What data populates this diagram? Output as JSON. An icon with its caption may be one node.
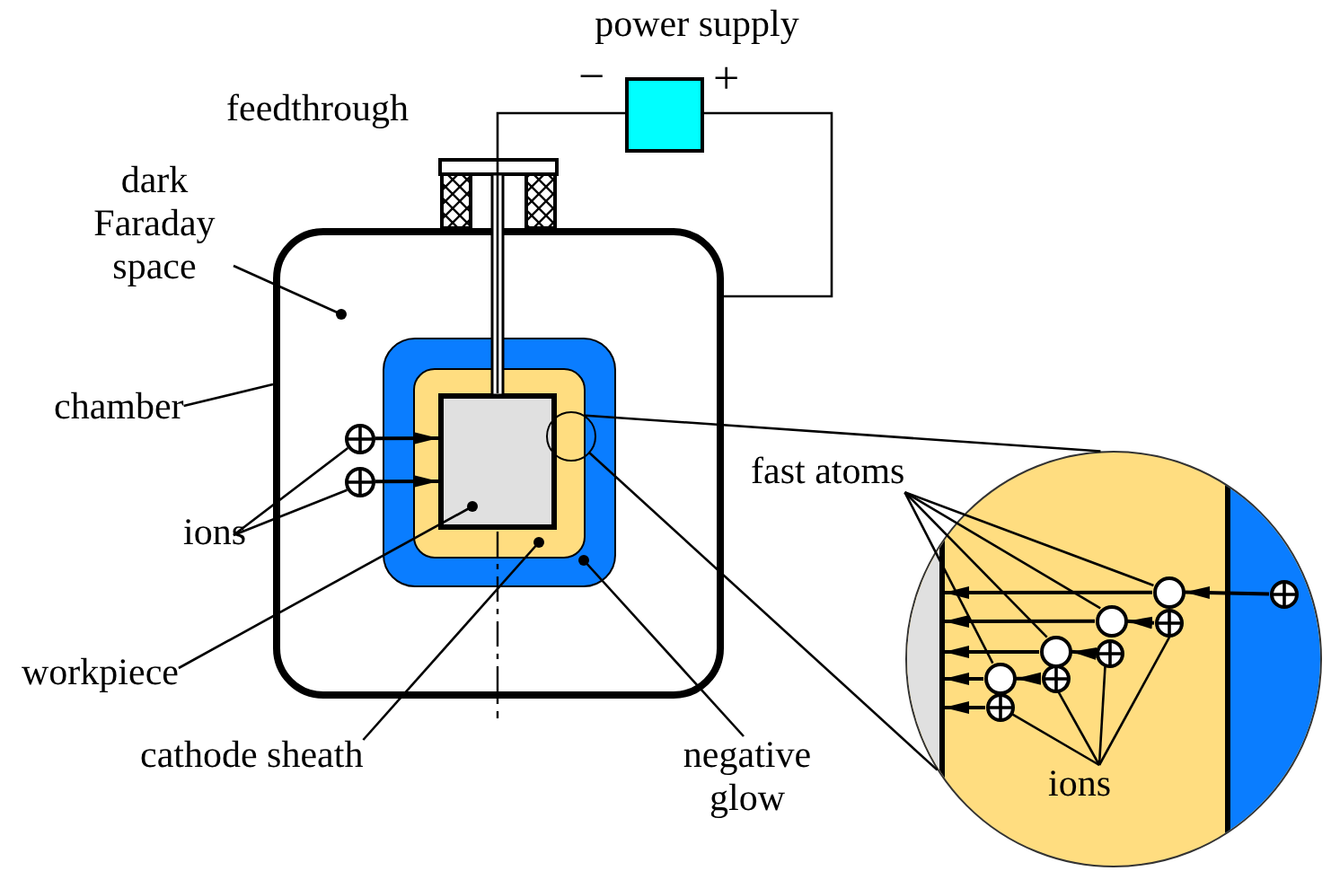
{
  "diagram": {
    "nodes": [
      {
        "text": [
          "power supply"
        ]
      },
      {
        "text": [],
        "shape": "box"
      },
      {
        "text": [],
        "shape": "box",
        "in": 1
      },
      {
        "text": [],
        "shape": "box",
        "in": 2
      },
      {
        "text": [],
        "shape": "box",
        "in": 3
      },
      {
        "text": [],
        "shape": "circle",
        "in": 1
      },
      {
        "text": [],
        "shape": "circle",
        "in": 1
      },
      {
        "text": [
          "dark Faraday space"
        ]
      },
      {
        "text": [
          "chamber"
        ]
      },
      {
        "text": [
          "ions"
        ]
      },
      {
        "text": [
          "workpiece"
        ]
      },
      {
        "text": [
          "cathode sheath"
        ]
      },
      {
        "text": [
          "negative glow"
        ]
      },
      {
        "text": [],
        "shape": "circle",
        "in": 2
      },
      {
        "text": [],
        "shape": "circle"
      },
      {
        "text": [],
        "shape": "circle",
        "in": 14
      },
      {
        "text": [],
        "shape": "circle",
        "in": 14
      },
      {
        "text": [],
        "shape": "circle",
        "in": 14
      },
      {
        "text": [],
        "shape": "circle",
        "in": 14
      },
      {
        "text": [],
        "shape": "circle",
        "in": 14
      },
      {
        "text": [],
        "shape": "circle",
        "in": 14
      },
      {
        "text": [],
        "shape": "circle",
        "in": 14
      },
      {
        "text": [],
        "shape": "circle",
        "in": 14
      },
      {
        "text": [],
        "shape": "circle",
        "in": 14
      },
      {
        "text": [
          "fast atoms"
        ]
      },
      {
        "text": [
          "ions"
        ],
        "in": 14
      },
      {
        "text": [],
        "shape": "box",
        "in": 14
      }
    ],
    "edges": [
      {
        "from": 0,
        "to": 4,
        "arrow": "none"
      },
      {
        "from": 0,
        "to": 1,
        "arrow": "none"
      },
      {
        "from": 7,
        "to": 1,
        "arrow": "other"
      },
      {
        "from": 8,
        "to": 1,
        "arrow": "none"
      },
      {
        "from": 9,
        "to": 5,
        "arrow": "none"
      },
      {
        "from": 9,
        "to": 6,
        "arrow": "none"
      },
      {
        "from": 5,
        "to": 4,
        "arrow": "to"
      },
      {
        "from": 6,
        "to": 4,
        "arrow": "to"
      },
      {
        "from": 10,
        "to": 4,
        "arrow": "other"
      },
      {
        "from": 11,
        "to": 3,
        "arrow": "other"
      },
      {
        "from": 12,
        "to": 2,
        "arrow": "other"
      },
      {
        "from": 13,
        "to": 14,
        "arrow": "none"
      },
      {
        "from": 13,
        "to": 14,
        "arrow": "none"
      },
      {
        "from": 19,
        "to": 15,
        "arrow": "to"
      },
      {
        "from": 20,
        "to": 16,
        "arrow": "to"
      },
      {
        "from": 21,
        "to": 17,
        "arrow": "to"
      },
      {
        "from": 22,
        "to": 18,
        "arrow": "to"
      },
      {
        "from": 15,
        "to": 26,
        "arrow": "to"
      },
      {
        "from": 16,
        "to": 26,
        "arrow": "to"
      },
      {
        "from": 17,
        "to": 26,
        "arrow": "to"
      },
      {
        "from": 18,
        "to": 26,
        "arrow": "to"
      },
      {
        "from": 23,
        "to": 26,
        "arrow": "to"
      },
      {
        "from": 24,
        "to": 15,
        "arrow": "none"
      },
      {
        "from": 24,
        "to": 16,
        "arrow": "none"
      },
      {
        "from": 24,
        "to": 17,
        "arrow": "none"
      },
      {
        "from": 24,
        "to": 18,
        "arrow": "none"
      },
      {
        "from": 25,
        "to": 20,
        "arrow": "none"
      },
      {
        "from": 25,
        "to": 21,
        "arrow": "none"
      },
      {
        "from": 25,
        "to": 22,
        "arrow": "none"
      },
      {
        "from": 25,
        "to": 23,
        "arrow": "none"
      }
    ],
    "labels": [
      "−",
      "+",
      "feedthrough"
    ]
  }
}
